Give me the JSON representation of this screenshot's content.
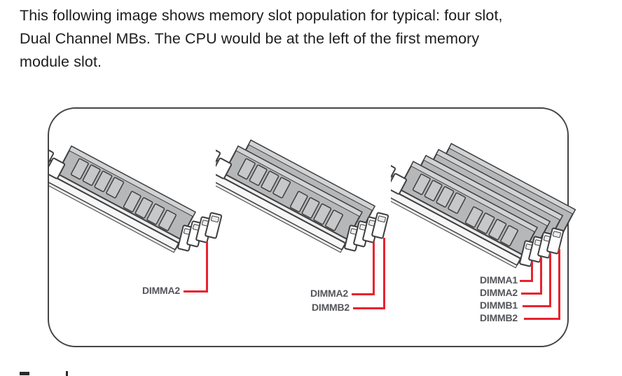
{
  "intro": {
    "lines": [
      "This following image shows memory slot population for typical: four slot,",
      "Dual Channel MBs. The CPU would be at the left of the first memory",
      "module slot."
    ]
  },
  "figure": {
    "groups": [
      {
        "name": "single-module",
        "modules": 1,
        "labels": [
          "DIMMA2"
        ]
      },
      {
        "name": "dual-modules",
        "modules": 2,
        "labels": [
          "DIMMA2",
          "DIMMB2"
        ]
      },
      {
        "name": "quad-modules",
        "modules": 4,
        "labels": [
          "DIMMA1",
          "DIMMA2",
          "DIMMB1",
          "DIMMB2"
        ]
      }
    ],
    "colors": {
      "red": "#e8232e",
      "label": "#55565a",
      "outline": "#3f3f3f",
      "board": "#b6b7b9",
      "board_top": "#d2d3d5",
      "chip": "#c7c8ca",
      "slot": "#ededed",
      "slot_front": "#f7f7f7",
      "latch": "#ffffff",
      "border": "#454545",
      "text": "#1d1d1f"
    }
  }
}
